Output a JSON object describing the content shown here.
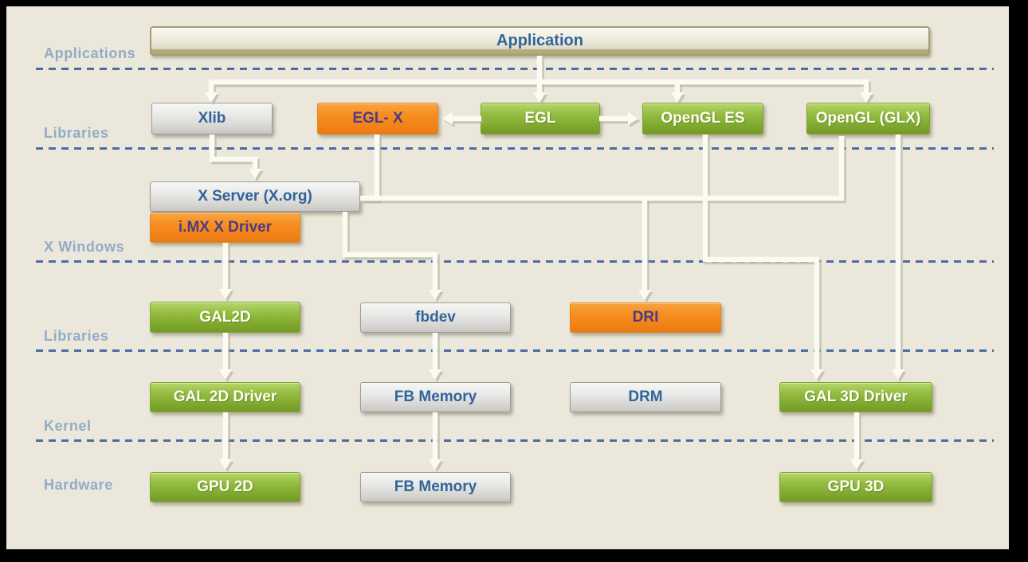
{
  "diagram": {
    "layers": [
      {
        "label": "Applications"
      },
      {
        "label": "Libraries"
      },
      {
        "label": "X Windows"
      },
      {
        "label": "Libraries"
      },
      {
        "label": "Kernel"
      },
      {
        "label": "Hardware"
      }
    ],
    "nodes": [
      {
        "id": "application",
        "label": "Application",
        "kind": "tan"
      },
      {
        "id": "xlib",
        "label": "Xlib",
        "kind": "gray"
      },
      {
        "id": "eglx",
        "label": "EGL- X",
        "kind": "orange"
      },
      {
        "id": "egl",
        "label": "EGL",
        "kind": "green"
      },
      {
        "id": "opengles",
        "label": "OpenGL ES",
        "kind": "green"
      },
      {
        "id": "openglglx",
        "label": "OpenGL (GLX)",
        "kind": "green"
      },
      {
        "id": "xserver",
        "label": "X Server (X.org)",
        "kind": "gray"
      },
      {
        "id": "imxdriver",
        "label": "i.MX X Driver",
        "kind": "orange"
      },
      {
        "id": "gal2d",
        "label": "GAL2D",
        "kind": "green"
      },
      {
        "id": "fbdev",
        "label": "fbdev",
        "kind": "gray"
      },
      {
        "id": "dri",
        "label": "DRI",
        "kind": "orange"
      },
      {
        "id": "gal2ddriver",
        "label": "GAL 2D Driver",
        "kind": "green"
      },
      {
        "id": "fbmemory1",
        "label": "FB Memory",
        "kind": "gray"
      },
      {
        "id": "drm",
        "label": "DRM",
        "kind": "gray"
      },
      {
        "id": "gal3ddriver",
        "label": "GAL 3D Driver",
        "kind": "green"
      },
      {
        "id": "gpu2d",
        "label": "GPU 2D",
        "kind": "green"
      },
      {
        "id": "fbmemory2",
        "label": "FB Memory",
        "kind": "gray"
      },
      {
        "id": "gpu3d",
        "label": "GPU 3D",
        "kind": "green"
      }
    ],
    "edges": [
      {
        "from": "application",
        "to": "egl"
      },
      {
        "from": "application",
        "to": "xlib"
      },
      {
        "from": "application",
        "to": "opengles"
      },
      {
        "from": "application",
        "to": "openglglx"
      },
      {
        "from": "egl",
        "to": "eglx"
      },
      {
        "from": "egl",
        "to": "opengles"
      },
      {
        "from": "xlib",
        "to": "xserver"
      },
      {
        "from": "eglx",
        "to": "xserver"
      },
      {
        "from": "openglglx",
        "to": "xserver"
      },
      {
        "from": "xserver",
        "to": "dri"
      },
      {
        "from": "opengles",
        "to": "gal3ddriver"
      },
      {
        "from": "openglglx",
        "to": "gal3ddriver"
      },
      {
        "from": "xserver",
        "to": "fbdev"
      },
      {
        "from": "imxdriver",
        "to": "gal2d"
      },
      {
        "from": "gal2d",
        "to": "gal2ddriver"
      },
      {
        "from": "gal2ddriver",
        "to": "gpu2d"
      },
      {
        "from": "fbdev",
        "to": "fbmemory1"
      },
      {
        "from": "fbmemory1",
        "to": "fbmemory2"
      },
      {
        "from": "gal3ddriver",
        "to": "gpu3d"
      }
    ],
    "colors": {
      "background": "#EBE8DB",
      "frame": "#000000",
      "green_box": "#8CB82F",
      "orange_box": "#F68B1E",
      "gray_box": "#D9D9D9",
      "tan_box": "#DDD8C3",
      "box_text_blue": "#31649B",
      "box_text_purple": "#4B3C85",
      "box_text_white": "#FDFDF5",
      "layer_label": "#92ABC8",
      "divider": "#4A6CA3",
      "arrow": "#FCFBF3"
    }
  }
}
